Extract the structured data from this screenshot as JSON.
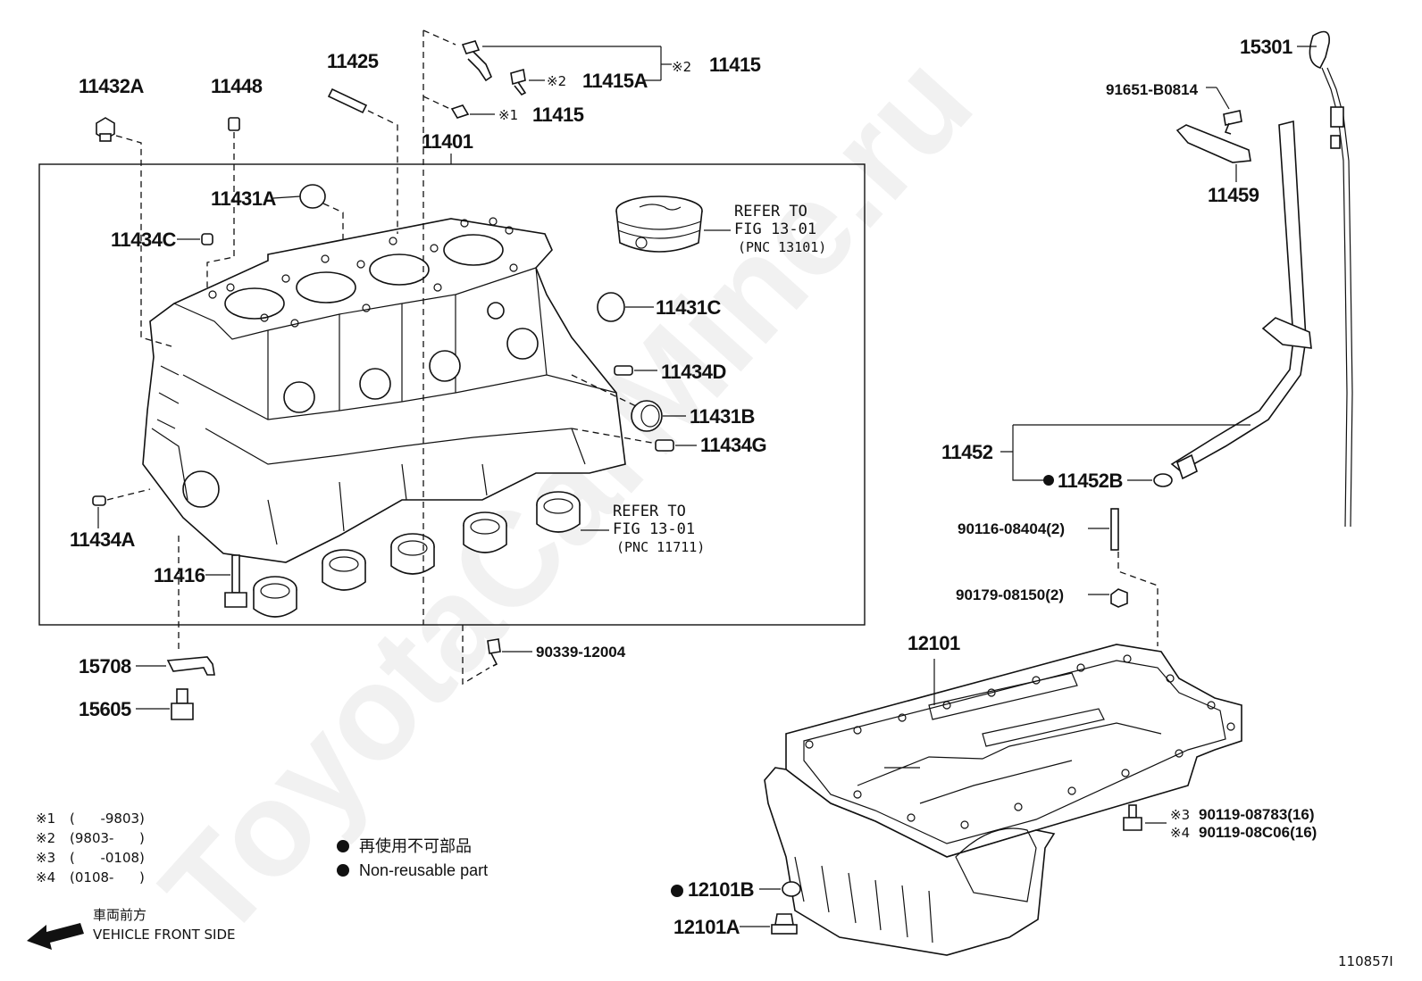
{
  "watermark": "ToyotaCarMine.ru",
  "diagram_id": "110857I",
  "labels": {
    "p11432A": "11432A",
    "p11448": "11448",
    "p11425": "11425",
    "p11415_a": "11415",
    "p11415A": "11415A",
    "p11415_b": "11415",
    "p11401": "11401",
    "p11431A": "11431A",
    "p11434C": "11434C",
    "p11431C": "11431C",
    "p11434D": "11434D",
    "p11431B": "11431B",
    "p11434G": "11434G",
    "p11434A": "11434A",
    "p11416": "11416",
    "p15708": "15708",
    "p15605": "15605",
    "p90339": "90339-12004",
    "p15301": "15301",
    "p91651": "91651-B0814",
    "p11459": "11459",
    "p11452": "11452",
    "p11452B": "11452B",
    "p90116": "90116-08404(2)",
    "p90179": "90179-08150(2)",
    "p12101": "12101",
    "p12101B": "12101B",
    "p12101A": "12101A",
    "p90119_3": "90119-08783(16)",
    "p90119_4": "90119-08C06(16)"
  },
  "markers": {
    "m1": "※1",
    "m2": "※2",
    "m3": "※3",
    "m4": "※4"
  },
  "refs": {
    "piston": {
      "line1": "REFER TO",
      "line2": "FIG 13-01",
      "line3": "(PNC 13101)"
    },
    "bearing": {
      "line1": "REFER TO",
      "line2": "FIG 13-01",
      "line3": "(PNC 11711)"
    }
  },
  "date_notes": [
    {
      "mark": "※1",
      "range": "(      -9803)"
    },
    {
      "mark": "※2",
      "range": "(9803-      )"
    },
    {
      "mark": "※3",
      "range": "(      -0108)"
    },
    {
      "mark": "※4",
      "range": "(0108-      )"
    }
  ],
  "legend": {
    "jp": "再使用不可部品",
    "en": "Non-reusable part"
  },
  "front": {
    "jp": "車両前方",
    "en": "VEHICLE FRONT SIDE"
  }
}
